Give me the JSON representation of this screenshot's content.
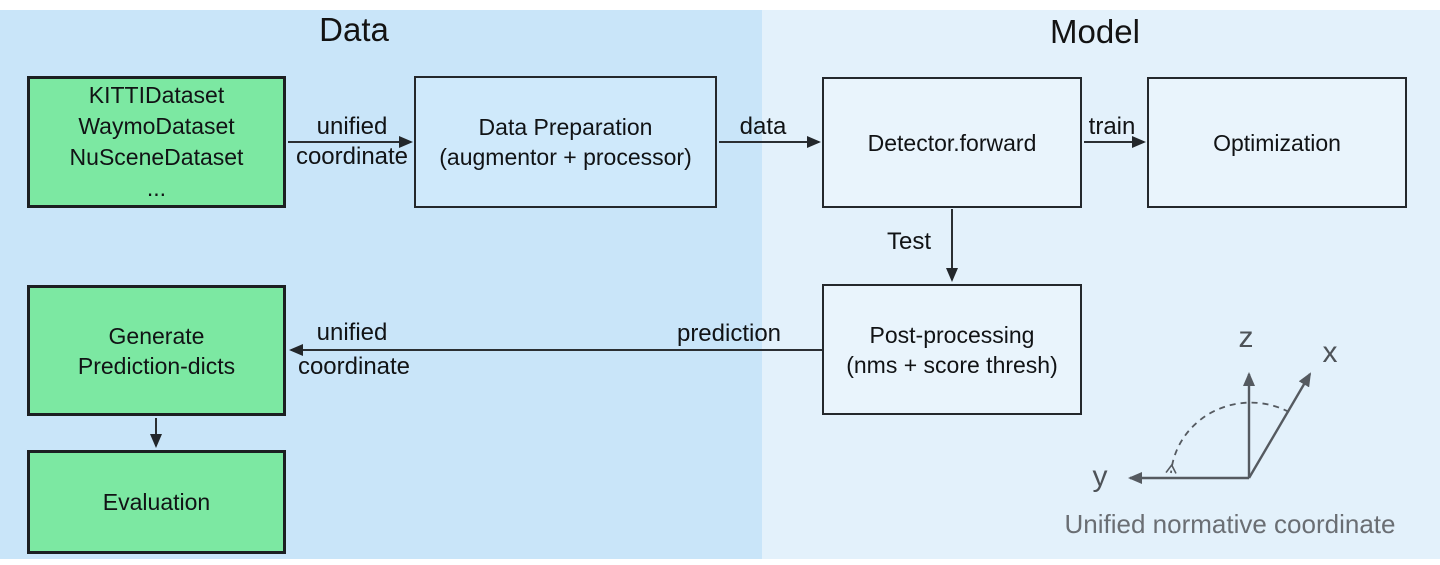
{
  "sections": {
    "data": {
      "title": "Data"
    },
    "model": {
      "title": "Model"
    }
  },
  "nodes": {
    "datasets": {
      "line1": "KITTIDataset",
      "line2": "WaymoDataset",
      "line3": "NuSceneDataset",
      "line4": "..."
    },
    "data_preparation": {
      "line1": "Data Preparation",
      "line2": "(augmentor + processor)"
    },
    "detector": {
      "label": "Detector.forward"
    },
    "optimization": {
      "label": "Optimization"
    },
    "post_processing": {
      "line1": "Post-processing",
      "line2": "(nms + score thresh)"
    },
    "generate_prediction": {
      "line1": "Generate",
      "line2": "Prediction-dicts"
    },
    "evaluation": {
      "label": "Evaluation"
    }
  },
  "edges": {
    "datasets_to_preparation": {
      "line1": "unified",
      "line2": "coordinate"
    },
    "preparation_to_detector": {
      "label": "data"
    },
    "detector_to_optimization": {
      "label": "train"
    },
    "detector_to_postprocessing": {
      "label": "Test"
    },
    "postprocessing_to_generate": {
      "label_prediction": "prediction",
      "line1": "unified",
      "line2": "coordinate"
    }
  },
  "coordinate_diagram": {
    "axis_z": "z",
    "axis_x": "x",
    "axis_y": "y",
    "caption": "Unified normative coordinate"
  },
  "colors": {
    "data_section_bg": "#c9e5f9",
    "model_section_bg": "#e3f1fb",
    "green_node_fill": "#7ce8a2",
    "blue_node_fill_left": "#cfe9fb",
    "blue_node_fill_right": "#e9f4fc",
    "node_border": "#1c1f22",
    "arrow": "#2b2f33",
    "axis": "#555a60",
    "caption_text": "#6a6e73"
  }
}
